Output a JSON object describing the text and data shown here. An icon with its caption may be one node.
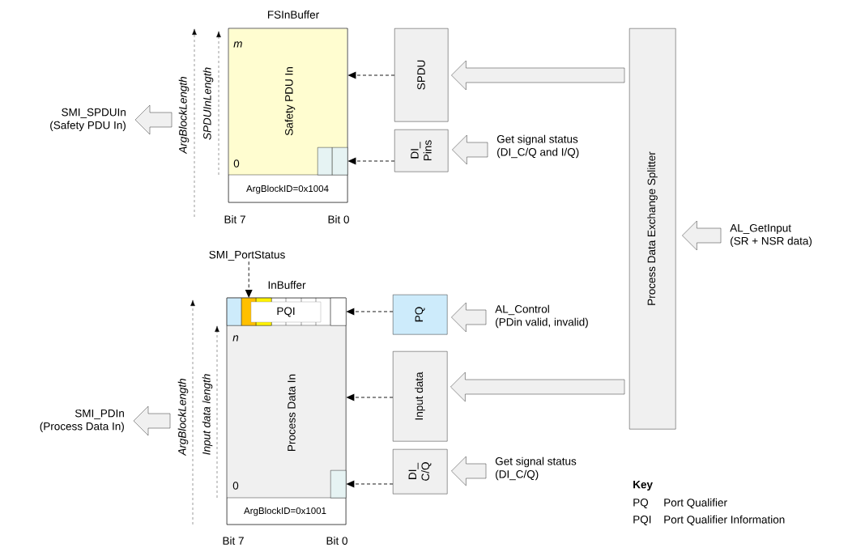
{
  "diagram": {
    "nodes": [
      {
        "text": [
          "FSInBuffer",
          "m",
          "Safety PDU In",
          "0",
          "ArgBlockID=0x1004"
        ]
      },
      {
        "text": [],
        "shape": "box",
        "in": 0
      },
      {
        "text": [],
        "shape": "box",
        "in": 0
      },
      {
        "text": [
          "SPDU"
        ]
      },
      {
        "text": [
          "Process Data Exchange Splitter"
        ]
      },
      {
        "text": [
          "SMI_SPDUIn",
          "(Safety PDU In)"
        ]
      },
      {
        "text": [
          "DI_ Pins"
        ]
      },
      {
        "text": [
          "Get signal status",
          "(DI_C/Q and I/Q)"
        ]
      },
      {
        "text": [
          "AL_GetInput",
          "(SR + NSR data)"
        ]
      },
      {
        "text": [
          "SMI_PortStatus"
        ]
      },
      {
        "text": [
          "InBuffer",
          "n",
          "Process Data In",
          "0",
          "ArgBlockID=0x1001"
        ]
      },
      {
        "text": [],
        "shape": "box",
        "in": 10
      },
      {
        "text": [],
        "shape": "box",
        "in": 10
      },
      {
        "text": [],
        "shape": "box",
        "in": 10
      },
      {
        "text": [],
        "shape": "box",
        "in": 10
      },
      {
        "text": [
          "PQI"
        ],
        "in": 10
      },
      {
        "text": [],
        "shape": "box",
        "in": 10
      },
      {
        "text": [
          "PQ"
        ]
      },
      {
        "text": [
          "AL_Control",
          "(PDin valid, invalid)"
        ]
      },
      {
        "text": [
          "Input data"
        ]
      },
      {
        "text": [
          "SMI_PDIn",
          "(Process Data In)"
        ]
      },
      {
        "text": [
          "DI_ C/Q"
        ]
      },
      {
        "text": [
          "Get signal status",
          "(DI_C/Q)"
        ]
      }
    ],
    "edges": [
      {
        "from": 3,
        "to": 0,
        "arrow": "to",
        "style": "dashed"
      },
      {
        "from": 6,
        "to": 2,
        "arrow": "to",
        "style": "dashed"
      },
      {
        "from": 4,
        "to": 3,
        "arrow": "to",
        "style": "thick"
      },
      {
        "from": 7,
        "to": 6,
        "arrow": "to",
        "style": "thick"
      },
      {
        "from": 8,
        "to": 4,
        "arrow": "to",
        "style": "thick"
      },
      {
        "from": null,
        "to": 5,
        "arrow": "to",
        "style": "thick"
      },
      {
        "from": 9,
        "to": 12,
        "arrow": "to",
        "style": "dashed"
      },
      {
        "from": 17,
        "to": 14,
        "arrow": "to",
        "style": "dashed"
      },
      {
        "from": 19,
        "to": 10,
        "arrow": "to",
        "style": "dashed"
      },
      {
        "from": 21,
        "to": 16,
        "arrow": "to",
        "style": "dashed"
      },
      {
        "from": 18,
        "to": 17,
        "arrow": "to",
        "style": "thick"
      },
      {
        "from": 4,
        "to": 19,
        "arrow": "to",
        "style": "thick"
      },
      {
        "from": 22,
        "to": 21,
        "arrow": "to",
        "style": "thick"
      },
      {
        "from": null,
        "to": 20,
        "arrow": "to",
        "style": "thick"
      }
    ],
    "labels": [
      "ArgBlockLength",
      "SPDUInLength",
      "Bit 7",
      "Bit 0",
      "ArgBlockLength",
      "Input data length",
      "Bit 7",
      "Bit 0",
      "Key",
      "PQ",
      "Port Qualifier",
      "PQI",
      "Port Qualifier Information"
    ]
  }
}
